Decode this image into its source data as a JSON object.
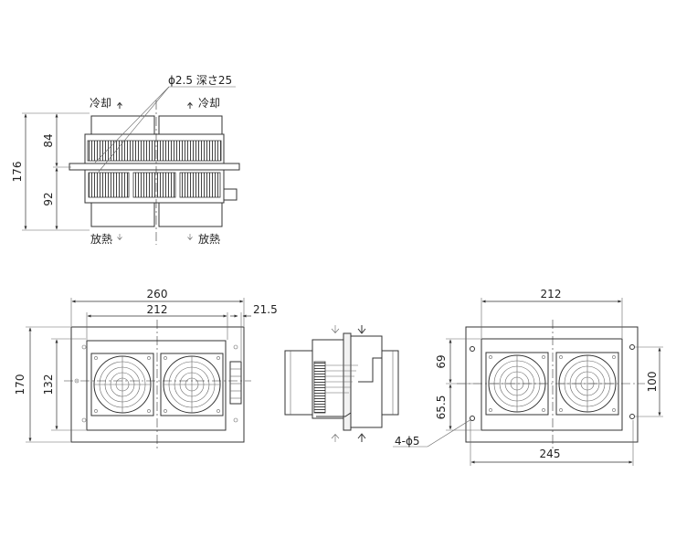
{
  "side_view": {
    "hole_label": "ϕ2.5 深さ25",
    "cool_left": "冷却",
    "cool_right": "冷却",
    "heat_left": "放熱",
    "heat_right": "放熱",
    "dim_total": "176",
    "dim_upper": "84",
    "dim_lower": "92"
  },
  "front_view": {
    "dim_width": "260",
    "dim_fan_span": "212",
    "dim_offset": "21.5",
    "dim_height": "170",
    "dim_inner_height": "132"
  },
  "rear_view": {
    "dim_top": "212",
    "dim_69": "69",
    "dim_65_5": "65.5",
    "dim_100": "100",
    "dim_bottom": "245",
    "hole_label": "4-ϕ5"
  }
}
